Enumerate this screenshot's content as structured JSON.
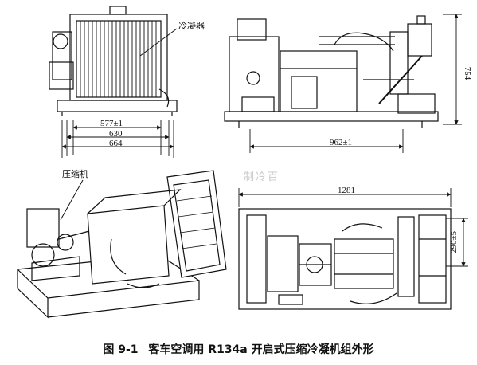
{
  "labels": {
    "condenser": "冷凝器",
    "compressor": "压缩机"
  },
  "dimensions": {
    "w577": "577±1",
    "w630": "630",
    "w664": "664",
    "h754": "754",
    "w962": "962±1",
    "w1281": "1281",
    "d290": "290±5"
  },
  "watermark": "制冷百",
  "caption": {
    "number": "图 9-1",
    "title": "客车空调用 R134a 开启式压缩冷凝机组外形"
  }
}
